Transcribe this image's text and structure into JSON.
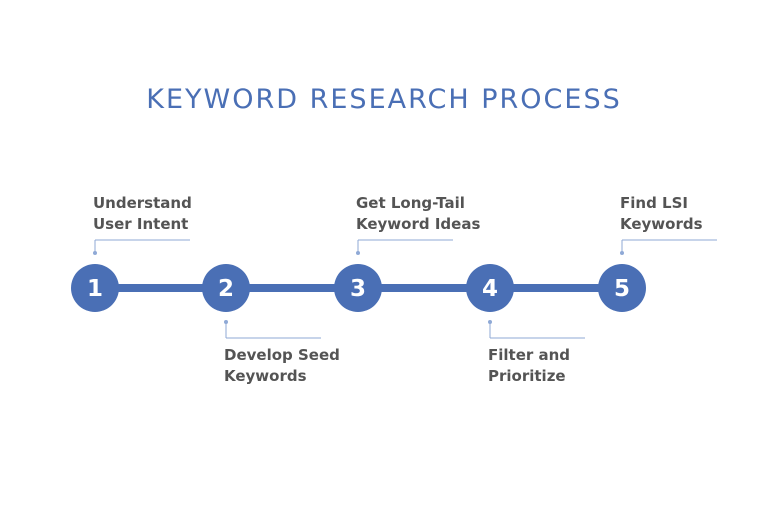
{
  "title": "KEYWORD RESEARCH PROCESS",
  "colors": {
    "accent": "#4a6fb5",
    "text": "#545454",
    "connector": "#8fa9d6"
  },
  "steps": [
    {
      "number": "1",
      "lines": [
        "Understand",
        "User Intent"
      ],
      "position": "top"
    },
    {
      "number": "2",
      "lines": [
        "Develop Seed",
        "Keywords"
      ],
      "position": "bottom"
    },
    {
      "number": "3",
      "lines": [
        "Get Long-Tail",
        "Keyword Ideas"
      ],
      "position": "top"
    },
    {
      "number": "4",
      "lines": [
        "Filter and",
        "Prioritize"
      ],
      "position": "bottom"
    },
    {
      "number": "5",
      "lines": [
        "Find LSI",
        "Keywords"
      ],
      "position": "top"
    }
  ]
}
